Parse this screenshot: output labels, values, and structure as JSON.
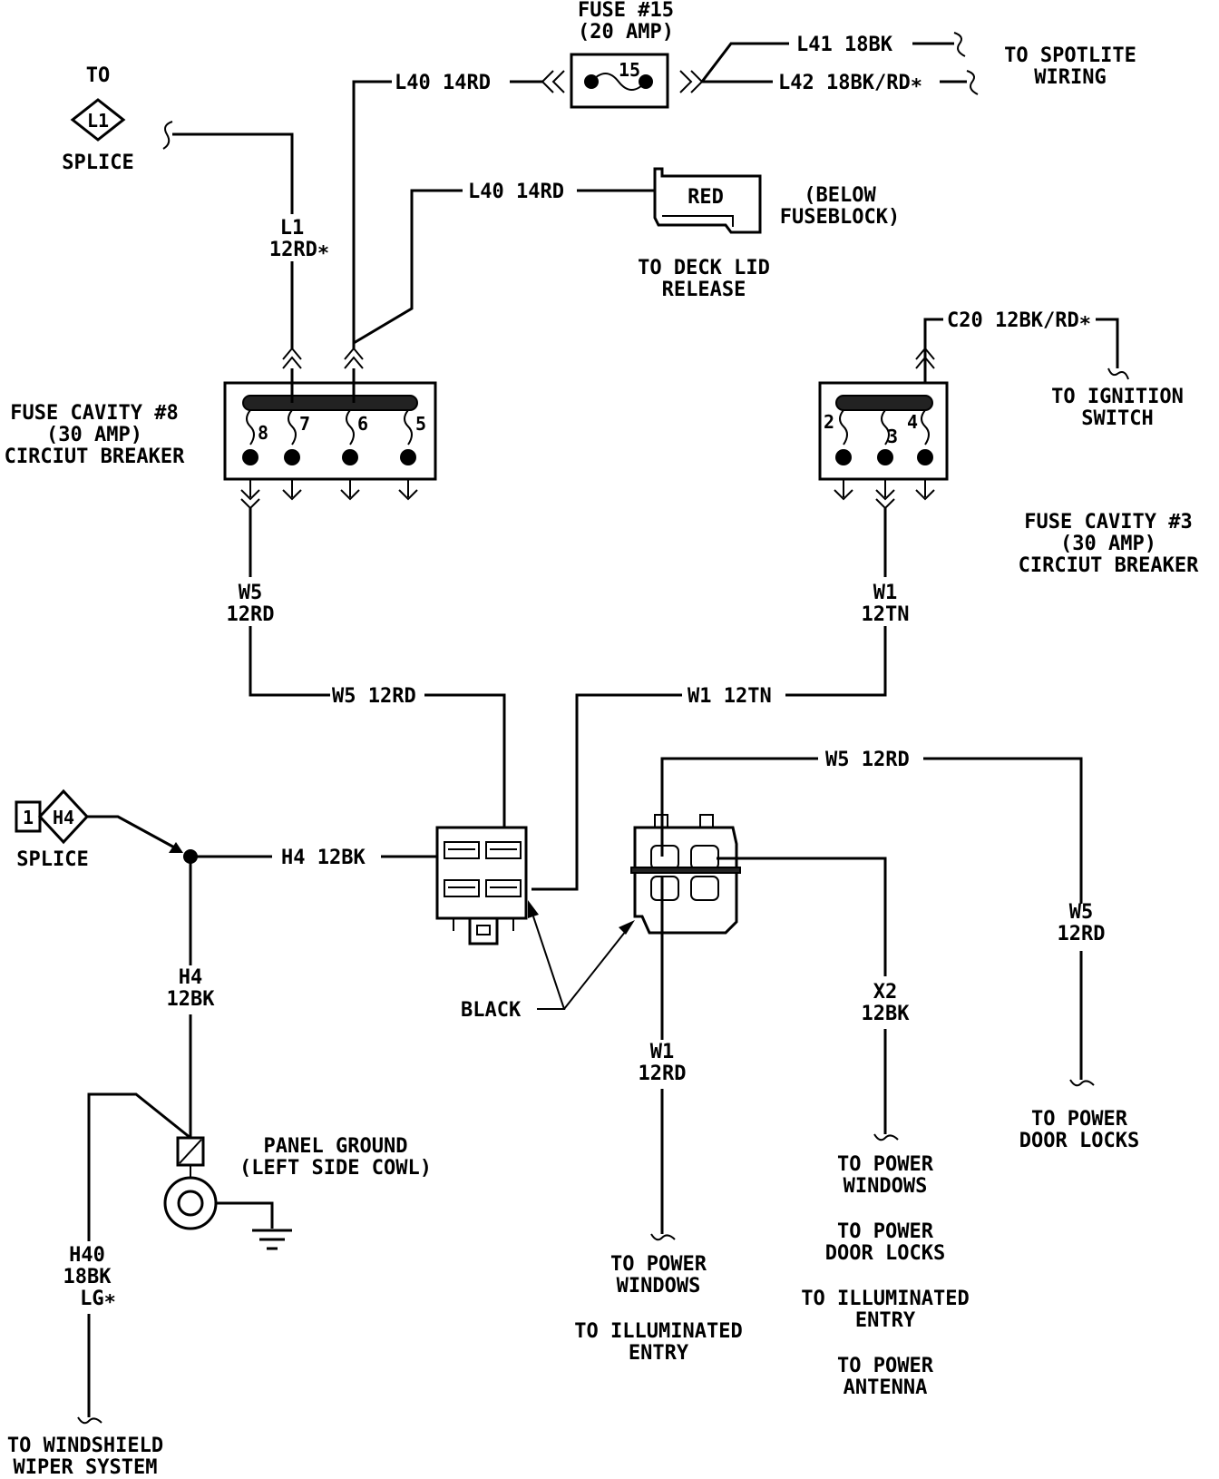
{
  "fuse15": {
    "title": "FUSE #15",
    "rating": "(20 AMP)",
    "number": "15"
  },
  "top_wires": {
    "l40_a": "L40 14RD",
    "l40_b": "L40 14RD",
    "l41": "L41 18BK",
    "l42": "L42 18BK/RD∗",
    "spotlite_1": "TO SPOTLITE",
    "spotlite_2": "WIRING"
  },
  "splice_l1": {
    "to": "TO",
    "id": "L1",
    "label": "SPLICE"
  },
  "l1_wire": {
    "id": "L1",
    "gauge": "12RD∗"
  },
  "deck_lid": {
    "connector": "RED",
    "location_1": "(BELOW",
    "location_2": "FUSEBLOCK)",
    "dest_1": "TO DECK LID",
    "dest_2": "RELEASE"
  },
  "c20": {
    "label": "C20 12BK/RD∗",
    "dest_1": "TO IGNITION",
    "dest_2": "SWITCH"
  },
  "fuse_cavity8": {
    "line_1": "FUSE CAVITY #8",
    "line_2": "(30 AMP)",
    "line_3": "CIRCIUT BREAKER",
    "terminals": [
      "8",
      "7",
      "6",
      "5"
    ]
  },
  "fuse_cavity3": {
    "line_1": "FUSE CAVITY #3",
    "line_2": "(30 AMP)",
    "line_3": "CIRCIUT BREAKER",
    "terminals": [
      "2",
      "3",
      "4"
    ]
  },
  "w5_left": {
    "id": "W5",
    "gauge": "12RD"
  },
  "w1_right": {
    "id": "W1",
    "gauge": "12TN"
  },
  "w5_horiz": "W5 12RD",
  "w1_horiz": "W1 12TN",
  "w5_top": "W5 12RD",
  "splice_h4": {
    "pin": "1",
    "id": "H4",
    "label": "SPLICE"
  },
  "h4_horiz": "H4 12BK",
  "h4_vert": {
    "id": "H4",
    "gauge": "12BK"
  },
  "black_label": "BLACK",
  "panel_ground": {
    "line_1": "PANEL GROUND",
    "line_2": "(LEFT SIDE COWL)"
  },
  "h40": {
    "id": "H40",
    "gauge": "18BK",
    "color": "LG∗",
    "dest_1": "TO WINDSHIELD",
    "dest_2": "WIPER SYSTEM"
  },
  "w1_bottom": {
    "id": "W1",
    "gauge": "12RD",
    "dest_1": "TO POWER",
    "dest_2": "WINDOWS",
    "dest_3": "TO ILLUMINATED",
    "dest_4": "ENTRY"
  },
  "x2": {
    "id": "X2",
    "gauge": "12BK",
    "dest_1": "TO POWER",
    "dest_2": "WINDOWS",
    "dest_3": "TO POWER",
    "dest_4": "DOOR LOCKS",
    "dest_5": "TO ILLUMINATED",
    "dest_6": "ENTRY",
    "dest_7": "TO POWER",
    "dest_8": "ANTENNA"
  },
  "w5_right": {
    "id": "W5",
    "gauge": "12RD",
    "dest_1": "TO POWER",
    "dest_2": "DOOR LOCKS"
  }
}
